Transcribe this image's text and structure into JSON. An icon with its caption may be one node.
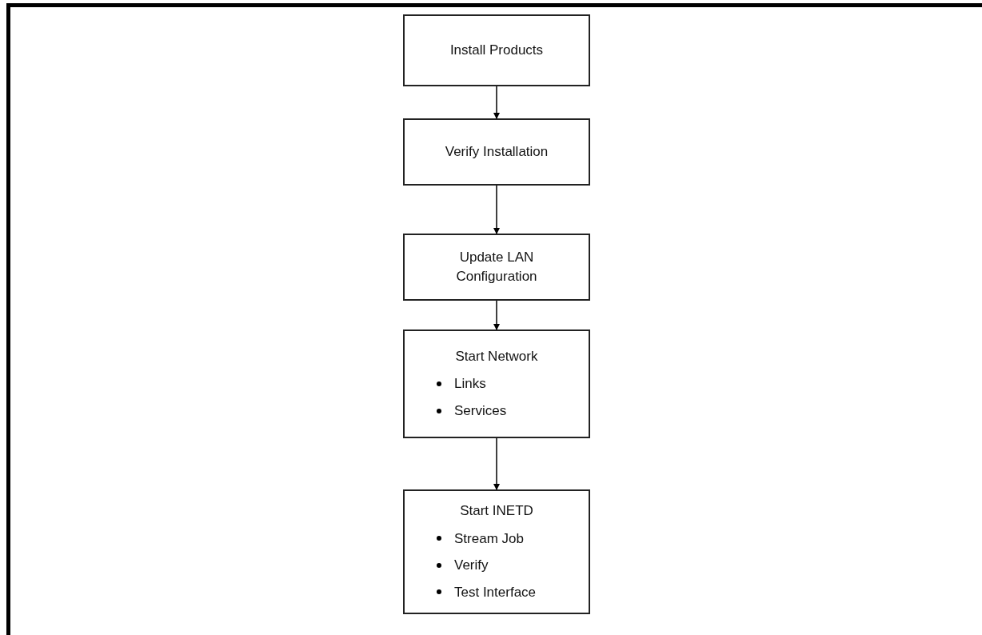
{
  "diagram": {
    "nodes": [
      {
        "text": [
          "Install Products"
        ]
      },
      {
        "text": [
          "Verify Installation"
        ]
      },
      {
        "text": [
          "Update LAN Configuration"
        ]
      },
      {
        "text": [
          "Start Network",
          "Links",
          "Services"
        ]
      },
      {
        "text": [
          "Start INETD",
          "Stream Job",
          "Verify",
          "Test Interface"
        ]
      }
    ],
    "edges": [
      {
        "from": 0,
        "to": 1,
        "arrow": "to"
      },
      {
        "from": 1,
        "to": 2,
        "arrow": "to"
      },
      {
        "from": 2,
        "to": 3,
        "arrow": "to"
      },
      {
        "from": 3,
        "to": 4,
        "arrow": "to"
      }
    ]
  }
}
